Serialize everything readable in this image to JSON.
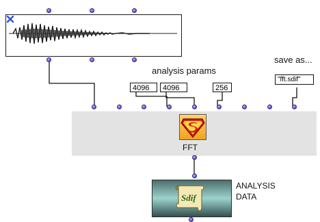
{
  "sound_box": {
    "icon": "waveform"
  },
  "params": {
    "title": "analysis params",
    "fft_size": "4096",
    "window_size": "4096",
    "step": "256"
  },
  "save": {
    "title": "save as...",
    "filename": "\"fft.sdif\""
  },
  "fft_module": {
    "label": "FFT",
    "icon": "superman-logo-icon"
  },
  "sdif_module": {
    "label_line1": "ANALYSIS",
    "label_line2": "DATA",
    "icon": "sdif-scroll-icon"
  },
  "colors": {
    "port": "#6c66d8",
    "panel": "#e3e3e3",
    "connection": "#111111",
    "close": "#2a52e6"
  }
}
